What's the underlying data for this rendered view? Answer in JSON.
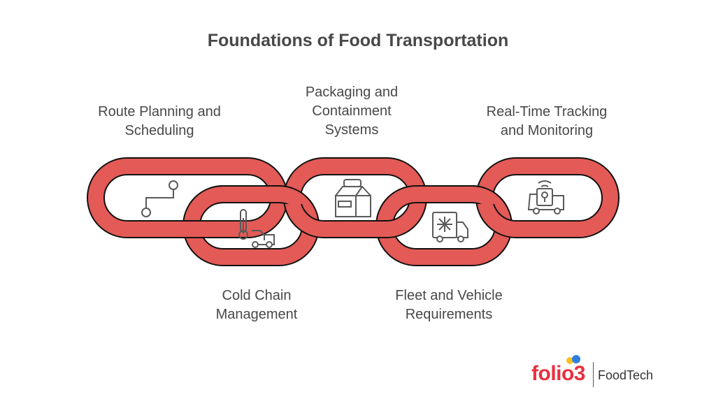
{
  "title": "Foundations of Food Transportation",
  "colors": {
    "link_fill": "#e35a56",
    "link_stroke": "#111111",
    "icon_stroke": "#5a5a5a",
    "text": "#484848",
    "logo_red": "#e8303f",
    "logo_blue": "#2f7de1",
    "logo_yellow": "#f7c21a"
  },
  "items": [
    {
      "label_line1": "Route Planning and",
      "label_line2": "Scheduling",
      "icon": "route-icon",
      "position": "top"
    },
    {
      "label_line1": "Cold Chain",
      "label_line2": "Management",
      "icon": "thermometer-truck-icon",
      "position": "bottom"
    },
    {
      "label_line1": "Packaging and",
      "label_line2": "Containment",
      "label_line3": "Systems",
      "icon": "package-box-icon",
      "position": "top"
    },
    {
      "label_line1": "Fleet and Vehicle",
      "label_line2": "Requirements",
      "icon": "refrigerated-truck-icon",
      "position": "bottom"
    },
    {
      "label_line1": "Real-Time Tracking",
      "label_line2": "and Monitoring",
      "icon": "tracking-truck-icon",
      "position": "top"
    }
  ],
  "logo": {
    "brand": "folio3",
    "product": "FoodTech"
  }
}
